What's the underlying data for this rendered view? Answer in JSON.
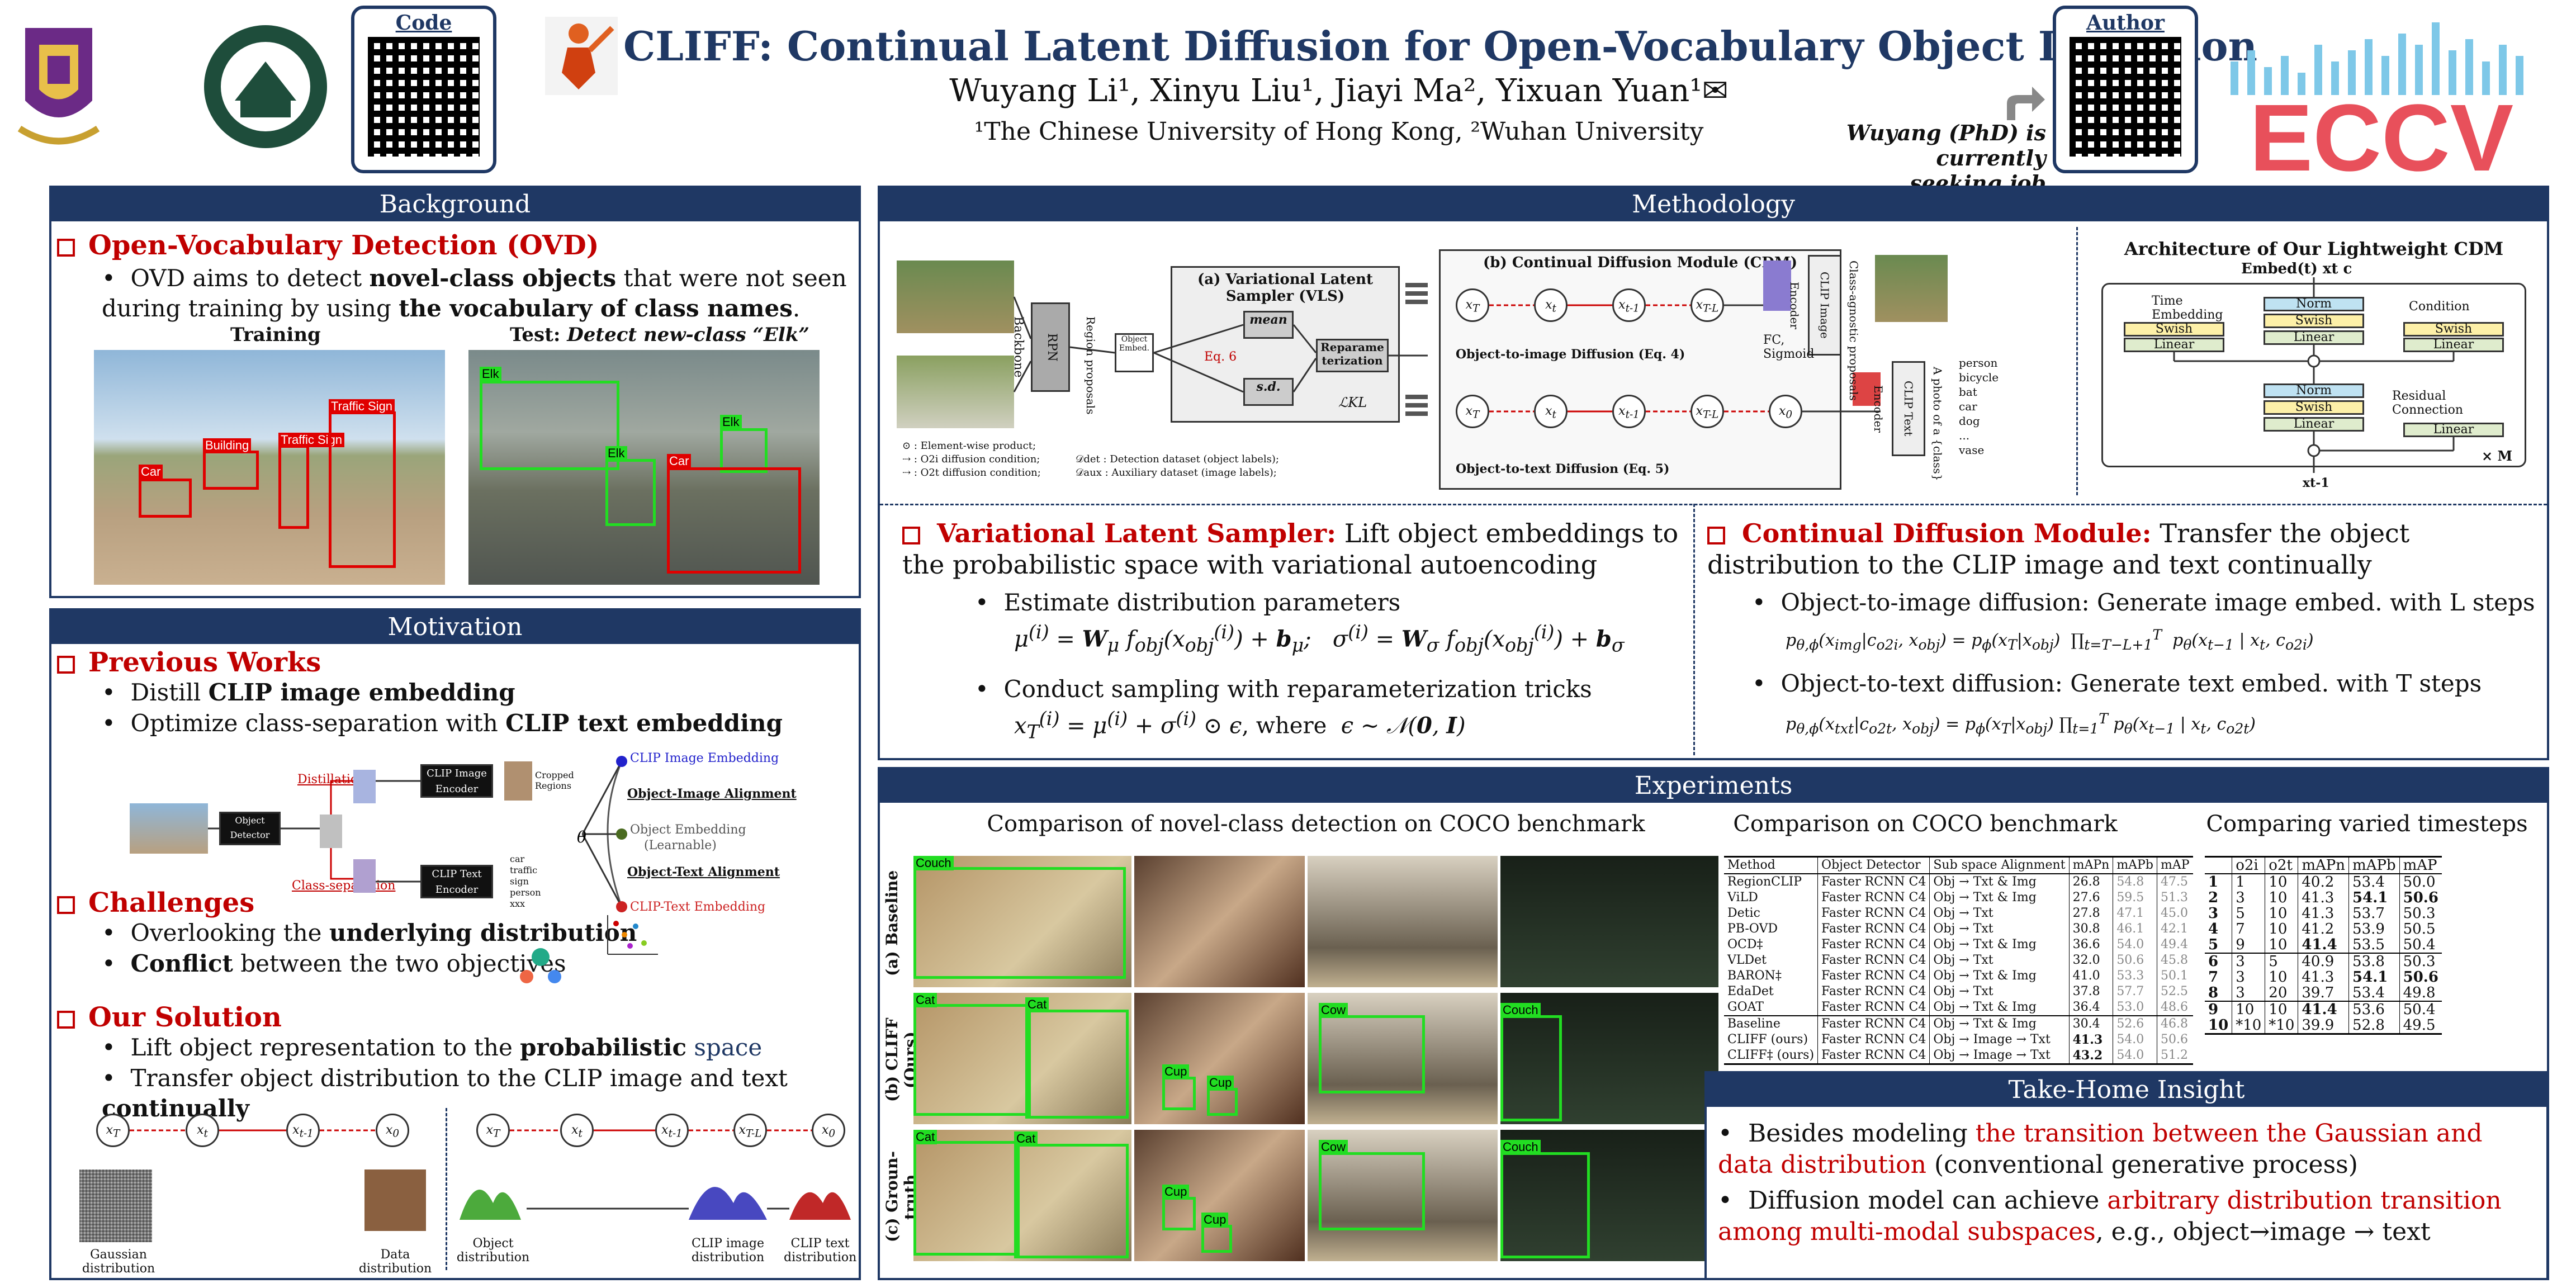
{
  "header": {
    "title": "CLIFF: Continual Latent Diffusion for Open-Vocabulary Object Detection",
    "authors": "Wuyang Li¹, Xinyu Liu¹, Jiayi Ma², Yixuan Yuan¹✉",
    "affiliations": "¹The Chinese University of Hong Kong, ²Wuhan University",
    "code_label": "Code",
    "author_label": "Author",
    "job_note_1": "Wuyang (PhD) is currently",
    "job_note_2": "seeking job opportunities!",
    "venue_logo": "ECCV",
    "logo_left_1": "cuhk-crest",
    "logo_left_2": "whu-seal"
  },
  "background": {
    "heading": "Background",
    "section": "Open-Vocabulary Detection (OVD)",
    "bullet_a": "OVD aims to detect ",
    "bullet_b": "novel-class objects",
    "bullet_c": " that were not seen during training by using ",
    "bullet_d": "the vocabulary of class names",
    "bullet_e": ".",
    "train_label": "Training",
    "test_label_a": "Test: ",
    "test_label_b": "Detect new-class “Elk”",
    "train_boxes": [
      "Car",
      "Building",
      "Traffic Sign",
      "Traffic Sign"
    ],
    "test_boxes": [
      "Elk",
      "Elk",
      "Elk",
      "Car"
    ]
  },
  "motivation": {
    "heading": "Motivation",
    "prev_title": "Previous Works",
    "prev_1a": "Distill ",
    "prev_1b": "CLIP image embedding",
    "prev_2a": "Optimize class-separation with ",
    "prev_2b": "CLIP text embedding",
    "diag_distill": "Distillation",
    "diag_clip_img": "CLIP Image Encoder",
    "diag_cropped": "Cropped Regions",
    "diag_obj_det": "Object Detector",
    "diag_clip_txt": "CLIP Text Encoder",
    "diag_sep": "Class-separation",
    "diag_words": [
      "car",
      "traffic sign",
      "person",
      "xxx"
    ],
    "align_img_emb": "CLIP Image Embedding",
    "align_oi": "Object-Image Alignment",
    "align_obj": "Object Embedding",
    "align_learn": "(Learnable)",
    "align_ot": "Object-Text Alignment",
    "align_txt": "CLIP-Text Embedding",
    "chal_title": "Challenges",
    "chal_1a": "Overlooking the ",
    "chal_1b": "underlying distribution",
    "chal_2a": "Conflict",
    "chal_2b": " between the two objectives",
    "sol_title": "Our Solution",
    "sol_1a": "Lift object representation to the ",
    "sol_1b": "probabilistic",
    "sol_1c": " space",
    "sol_2a": "Transfer object distribution to the CLIP image and text ",
    "sol_2b": "continually",
    "gauss_label": "Gaussian distribution",
    "data_label": "Data distribution",
    "obj_dist": "Object distribution",
    "clip_img_dist": "CLIP image distribution",
    "clip_txt_dist": "CLIP text distribution"
  },
  "methodology": {
    "heading": "Methodology",
    "vls_title": "(a) Variational Latent Sampler (VLS)",
    "cdm_title": "(b) Continual Diffusion Module (CDM)",
    "rpn": "RPN Backbone",
    "region_props": "Region proposals",
    "obj_embed": "Object Embed.",
    "mean": "mean",
    "sd": "s.d.",
    "eq6": "Eq. 6",
    "reparam": "Reparame terization",
    "lkl": "ℒKL",
    "o2i": "Object-to-image Diffusion (Eq. 4)",
    "o2t": "Object-to-text Diffusion (Eq. 5)",
    "img_encoder": "CLIP Image Encoder",
    "txt_encoder": "CLIP Text Encoder",
    "agnostic": "Class-agnostic proposals",
    "fc": "FC, Sigmoid",
    "prompt": "A photo of a {class}",
    "classes": [
      "person",
      "bicycle",
      "bat",
      "car",
      "dog",
      "...",
      "vase"
    ],
    "legend_1": ": Element-wise product;",
    "legend_2": ": O2i diffusion condition;",
    "legend_3": ": O2t diffusion condition;",
    "legend_4": ": Detection dataset (object labels);",
    "legend_5": ": Auxiliary dataset (image labels);",
    "arch_title": "Architecture of Our Lightweight  CDM",
    "arch_inputs": "Embed(t)  xt  c",
    "arch_time": "Time Embedding",
    "arch_cond": "Condition",
    "arch_res": "Residual Connection",
    "arch_norm": "Norm",
    "arch_swish": "Swish",
    "arch_linear": "Linear",
    "arch_repeat": "× M",
    "arch_out": "xt-1"
  },
  "vls_text": {
    "title": "Variational Latent Sampler:",
    "desc": " Lift object embeddings to the probabilistic space with variational autoencoding",
    "b1": "Estimate distribution parameters",
    "b2": "Conduct sampling with reparameterization tricks",
    "where": ", where"
  },
  "cdm_text": {
    "title": "Continual Diffusion Module:",
    "desc": " Transfer the object distribution to the CLIP image and text continually",
    "b1": "Object-to-image diffusion: Generate image embed. with L steps",
    "b2": "Object-to-text diffusion: Generate text embed. with T steps"
  },
  "experiments": {
    "heading": "Experiments",
    "cap1": "Comparison of novel-class detection on COCO benchmark",
    "cap2": "Comparison on COCO benchmark",
    "cap3": "Comparing varied timesteps",
    "row_labels": [
      "(a) Baseline",
      "(b) CLIFF (Ours)",
      "(c) Groun-truth"
    ],
    "det_labels": [
      "Couch",
      "Cat",
      "Cat",
      "Cup",
      "Cup",
      "Cow",
      "Couch",
      "Cat",
      "Cat",
      "Cup",
      "Cup",
      "Cow",
      "Couch"
    ],
    "coco_headers": [
      "Method",
      "Object Detector",
      "Sub space Alignment",
      "mAPn",
      "mAPb",
      "mAP"
    ],
    "coco_rows": [
      [
        "RegionCLIP",
        "Faster RCNN C4",
        "Obj → Txt & Img",
        "26.8",
        "54.8",
        "47.5"
      ],
      [
        "ViLD",
        "Faster RCNN C4",
        "Obj → Txt & Img",
        "27.6",
        "59.5",
        "51.3"
      ],
      [
        "Detic",
        "Faster RCNN C4",
        "Obj → Txt",
        "27.8",
        "47.1",
        "45.0"
      ],
      [
        "PB-OVD",
        "Faster RCNN C4",
        "Obj → Txt",
        "30.8",
        "46.1",
        "42.1"
      ],
      [
        "OCD‡",
        "Faster RCNN C4",
        "Obj → Txt & Img",
        "36.6",
        "54.0",
        "49.4"
      ],
      [
        "VLDet",
        "Faster RCNN C4",
        "Obj → Txt",
        "32.0",
        "50.6",
        "45.8"
      ],
      [
        "BARON‡",
        "Faster RCNN C4",
        "Obj → Txt & Img",
        "41.0",
        "53.3",
        "50.1"
      ],
      [
        "EdaDet",
        "Faster RCNN C4",
        "Obj → Txt",
        "37.8",
        "57.7",
        "52.5"
      ],
      [
        "GOAT",
        "Faster RCNN C4",
        "Obj → Txt & Img",
        "36.4",
        "53.0",
        "48.6"
      ],
      [
        "Baseline",
        "Faster RCNN C4",
        "Obj → Txt & Img",
        "30.4",
        "52.6",
        "46.8"
      ],
      [
        "CLIFF (ours)",
        "Faster RCNN C4",
        "Obj → Image → Txt",
        "41.3",
        "54.0",
        "50.6"
      ],
      [
        "CLIFF‡ (ours)",
        "Faster RCNN C4",
        "Obj → Image → Txt",
        "43.2",
        "54.0",
        "51.2"
      ]
    ],
    "ts_headers": [
      "",
      "o2i",
      "o2t",
      "mAPn",
      "mAPb",
      "mAP"
    ],
    "ts_rows": [
      [
        "1",
        "1",
        "10",
        "40.2",
        "53.4",
        "50.0"
      ],
      [
        "2",
        "3",
        "10",
        "41.3",
        "54.1",
        "50.6"
      ],
      [
        "3",
        "5",
        "10",
        "41.3",
        "53.7",
        "50.3"
      ],
      [
        "4",
        "7",
        "10",
        "41.2",
        "53.9",
        "50.5"
      ],
      [
        "5",
        "9",
        "10",
        "41.4",
        "53.5",
        "50.4"
      ],
      [
        "6",
        "3",
        "5",
        "40.9",
        "53.8",
        "50.3"
      ],
      [
        "7",
        "3",
        "10",
        "41.3",
        "54.1",
        "50.6"
      ],
      [
        "8",
        "3",
        "20",
        "39.7",
        "53.4",
        "49.8"
      ],
      [
        "9",
        "10",
        "10",
        "41.4",
        "53.6",
        "50.4"
      ],
      [
        "10",
        "*10",
        "*10",
        "39.9",
        "52.8",
        "49.5"
      ]
    ]
  },
  "takehome": {
    "heading": "Take-Home Insight",
    "b1a": "Besides modeling ",
    "b1b": "the transition between the Gaussian and data distribution",
    "b1c": " (conventional generative process)",
    "b2a": "Diffusion model can achieve ",
    "b2b": "arbitrary distribution transition among multi-modal subspaces",
    "b2c": ", e.g., object→image → text"
  }
}
